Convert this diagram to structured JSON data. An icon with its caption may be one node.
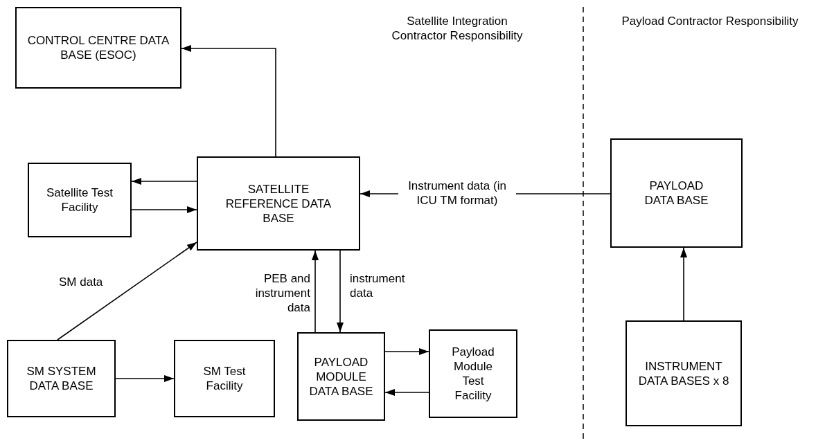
{
  "diagram": {
    "nodes": [
      {
        "text": [
          "CONTROL CENTRE DATA BASE (ESOC)"
        ]
      },
      {
        "text": [
          "Satellite Test Facility"
        ]
      },
      {
        "text": [
          "SATELLITE REFERENCE DATA BASE"
        ]
      },
      {
        "text": [
          "PAYLOAD DATA BASE"
        ]
      },
      {
        "text": [
          "SM SYSTEM DATA BASE"
        ]
      },
      {
        "text": [
          "SM Test Facility"
        ]
      },
      {
        "text": [
          "PAYLOAD MODULE DATA BASE"
        ]
      },
      {
        "text": [
          "Payload Module Test Facility"
        ]
      },
      {
        "text": [
          "INSTRUMENT DATA BASES x 8"
        ]
      }
    ],
    "edges": [
      {
        "from": 2,
        "to": 0,
        "arrow": "to"
      },
      {
        "from": 2,
        "to": 1,
        "arrow": "to"
      },
      {
        "from": 1,
        "to": 2,
        "arrow": "to"
      },
      {
        "from": 3,
        "to": 2,
        "arrow": "to",
        "label": "Instrument data (in ICU TM format)"
      },
      {
        "from": 4,
        "to": 2,
        "arrow": "to",
        "label": "SM data"
      },
      {
        "from": 6,
        "to": 2,
        "arrow": "to",
        "label": "PEB and instrument data"
      },
      {
        "from": 2,
        "to": 6,
        "arrow": "to",
        "label": "instrument data"
      },
      {
        "from": 4,
        "to": 5,
        "arrow": "to"
      },
      {
        "from": 6,
        "to": 7,
        "arrow": "to"
      },
      {
        "from": 7,
        "to": 6,
        "arrow": "to"
      },
      {
        "from": 8,
        "to": 3,
        "arrow": "to"
      }
    ],
    "labels": [
      "Satellite Integration Contractor Responsibility",
      "Payload Contractor Responsibility"
    ]
  }
}
